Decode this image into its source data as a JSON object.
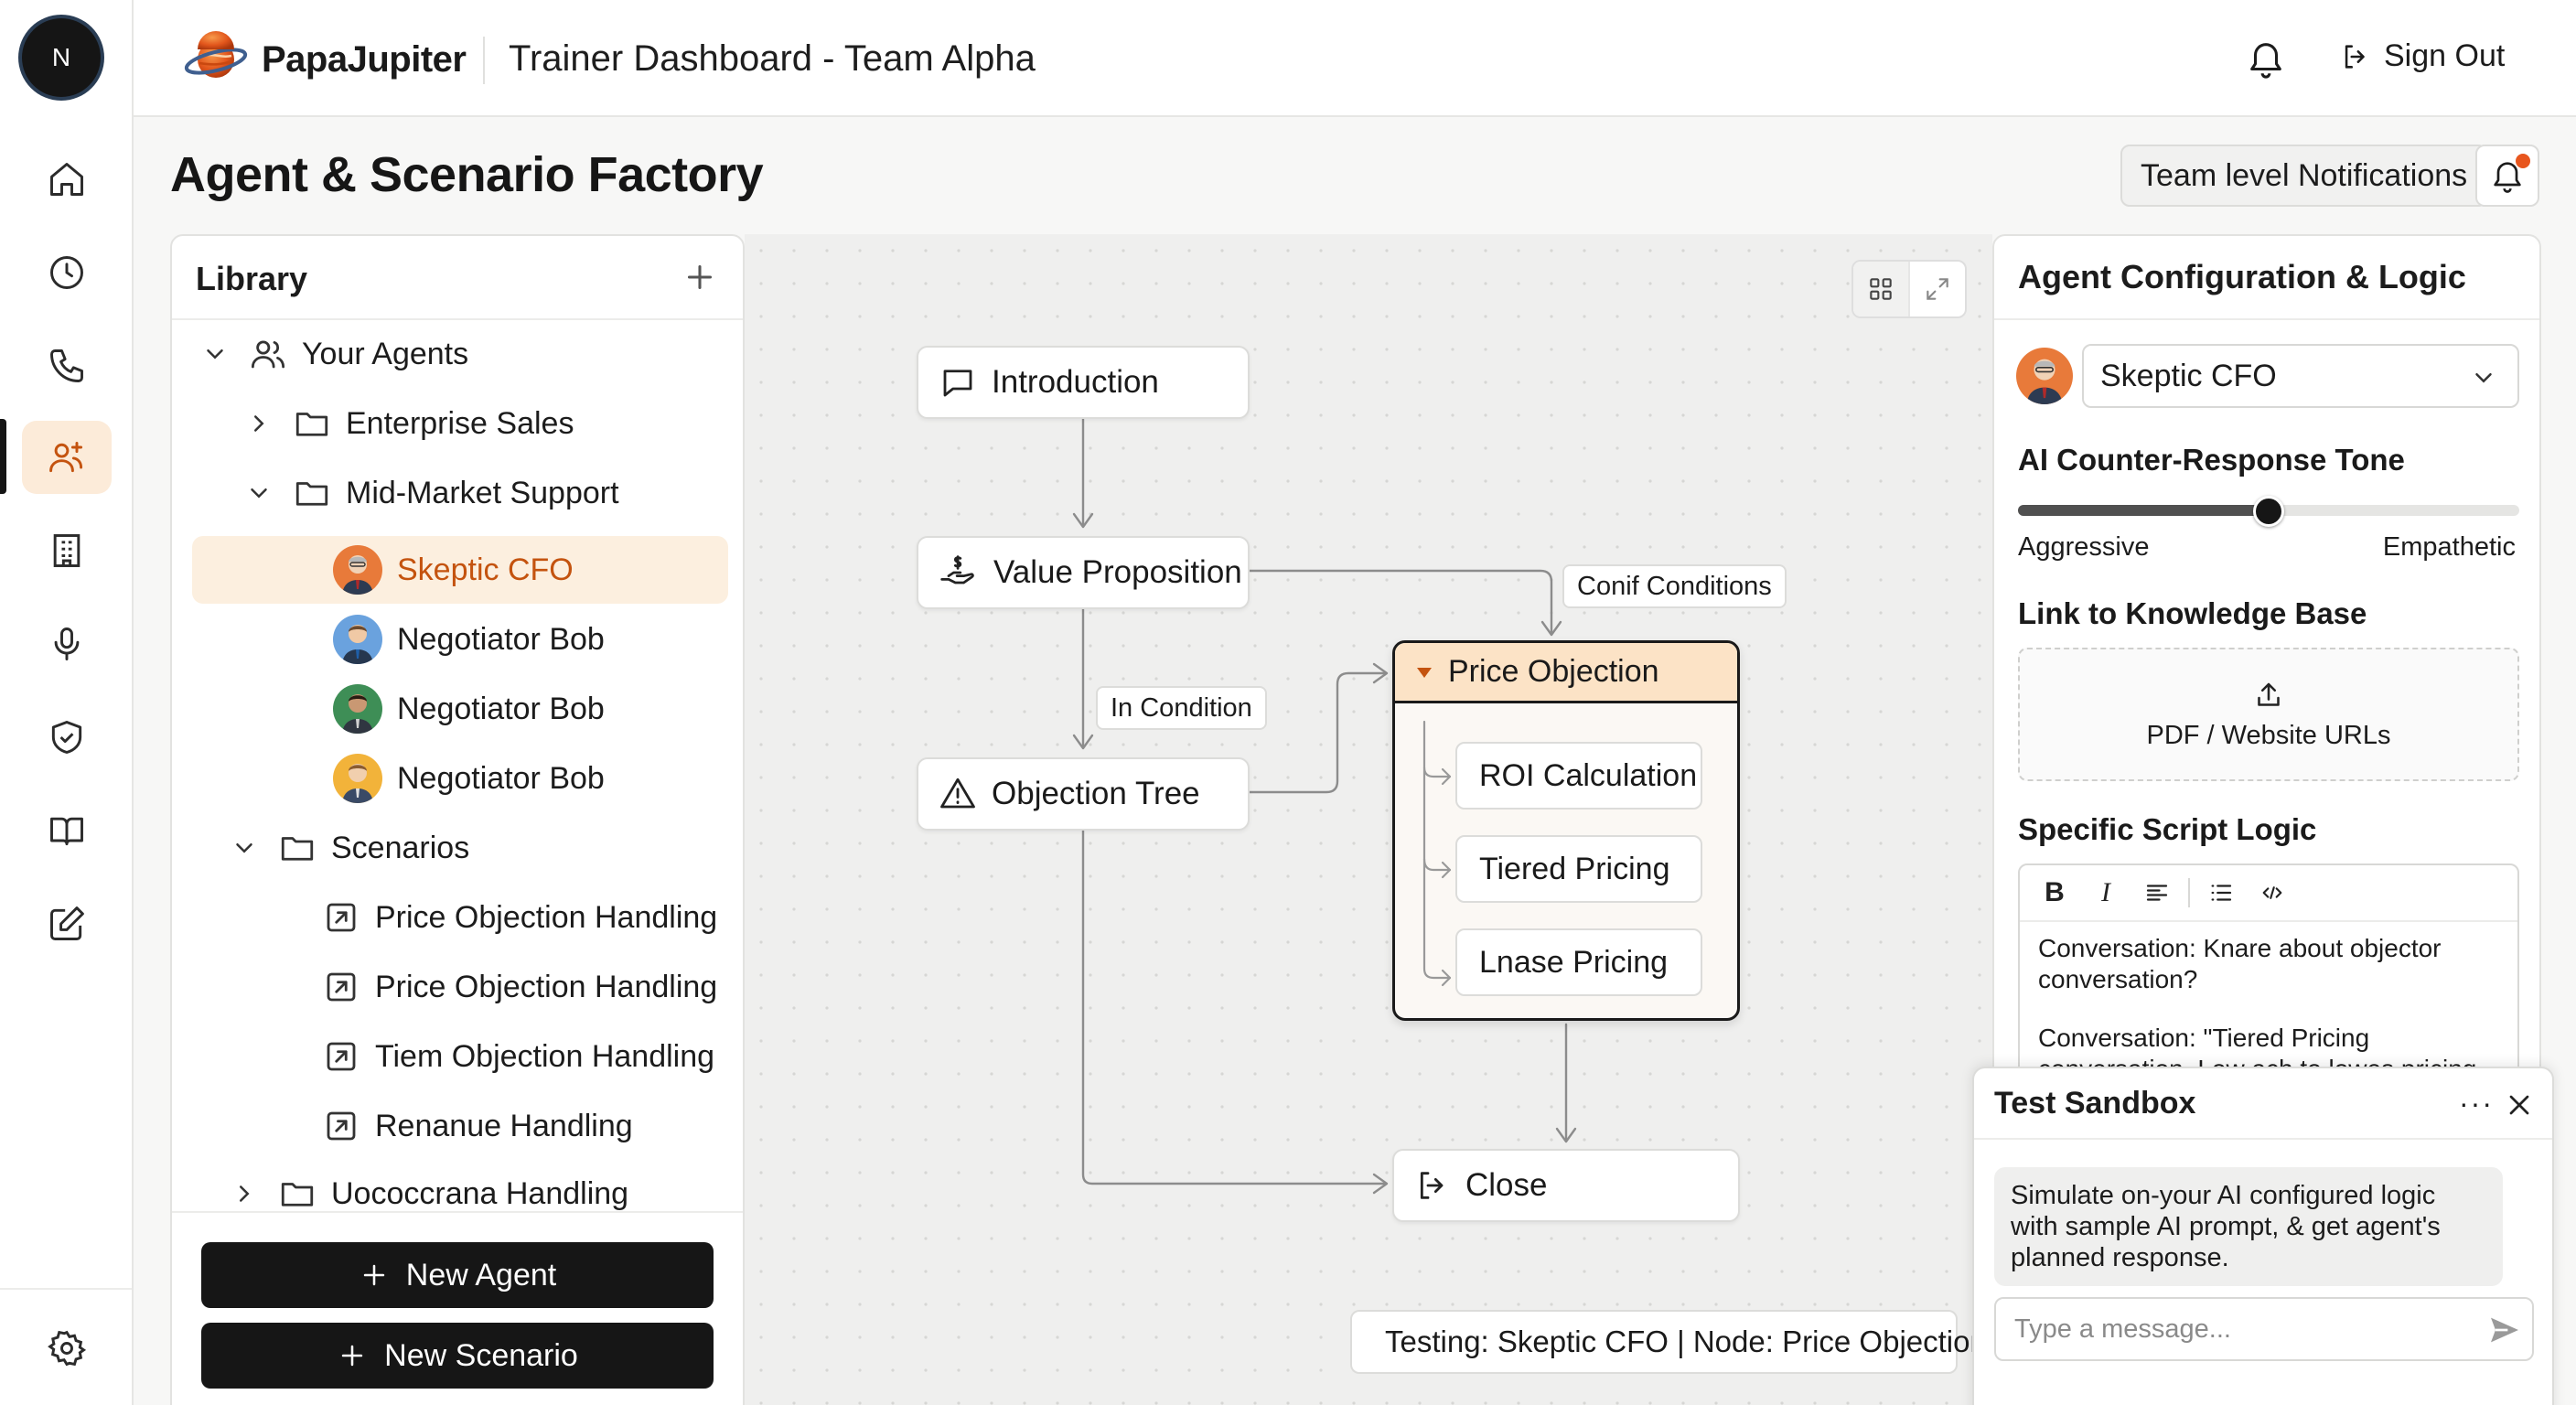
{
  "app": {
    "brand": "PapaJupiter",
    "header_title": "Trainer Dashboard - Team Alpha",
    "sign_out": "Sign Out",
    "user_initial": "N",
    "accent": "#c4530f"
  },
  "rail": {
    "items": [
      {
        "name": "home-icon"
      },
      {
        "name": "clock-icon"
      },
      {
        "name": "phone-icon"
      },
      {
        "name": "users-icon",
        "active": true
      },
      {
        "name": "building-icon"
      },
      {
        "name": "microphone-icon"
      },
      {
        "name": "shield-icon"
      },
      {
        "name": "book-icon"
      },
      {
        "name": "edit-icon"
      }
    ],
    "settings": "gear-icon"
  },
  "page": {
    "title": "Agent & Scenario Factory",
    "team_notifications": "Team level Notifications"
  },
  "library": {
    "title": "Library",
    "tree": [
      {
        "label": "Your Agents",
        "type": "group"
      },
      {
        "label": "Enterprise Sales",
        "type": "folder",
        "expanded": false
      },
      {
        "label": "Mid-Market Support",
        "type": "folder",
        "expanded": true
      },
      {
        "label": "Skeptic CFO",
        "type": "agent",
        "selected": true
      },
      {
        "label": "Negotiator Bob",
        "type": "agent"
      },
      {
        "label": "Negotiator Bob",
        "type": "agent"
      },
      {
        "label": "Negotiator Bob",
        "type": "agent"
      },
      {
        "label": "Scenarios",
        "type": "folder",
        "expanded": true
      },
      {
        "label": "Price Objection Handling",
        "type": "scenario"
      },
      {
        "label": "Price Objection Handling",
        "type": "scenario"
      },
      {
        "label": "Tiem Objection Handling",
        "type": "scenario"
      },
      {
        "label": "Renanue Handling",
        "type": "scenario"
      },
      {
        "label": "Uococcrana Handling",
        "type": "folder",
        "expanded": false
      }
    ],
    "new_agent": "New Agent",
    "new_scenario": "New Scenario"
  },
  "canvas": {
    "nodes": {
      "introduction": "Introduction",
      "value_proposition": "Value Proposition",
      "objection_tree": "Objection Tree",
      "close": "Close"
    },
    "edge_labels": {
      "conif_conditions": "Conif Conditions",
      "in_condition": "In Condition"
    },
    "group": {
      "title": "Price Objection",
      "children": [
        "ROI Calculation",
        "Tiered Pricing",
        "Lnase Pricing"
      ]
    },
    "status": "Testing: Skeptic CFO | Node: Price Objection"
  },
  "config": {
    "title": "Agent Configuration & Logic",
    "selected_agent": "Skeptic CFO",
    "tone_label": "AI Counter-Response Tone",
    "tone_min": "Aggressive",
    "tone_max": "Empathetic",
    "tone_value": 0.5,
    "kb_label": "Link to Knowledge Base",
    "kb_drop": "PDF / Website URLs",
    "script_label": "Specific Script Logic",
    "toolbar": {
      "bold": "B",
      "italic": "I"
    },
    "script_text_1": "Conversation: Knare about objector conversation?",
    "script_text_2": "Conversation: \"Tiered Pricing conversation. Low ach to lowes pricing"
  },
  "sandbox": {
    "title": "Test Sandbox",
    "dots": "···",
    "message": "Simulate on-your AI configured logic with sample AI prompt, & get agent's planned response.",
    "placeholder": "Type a message..."
  }
}
